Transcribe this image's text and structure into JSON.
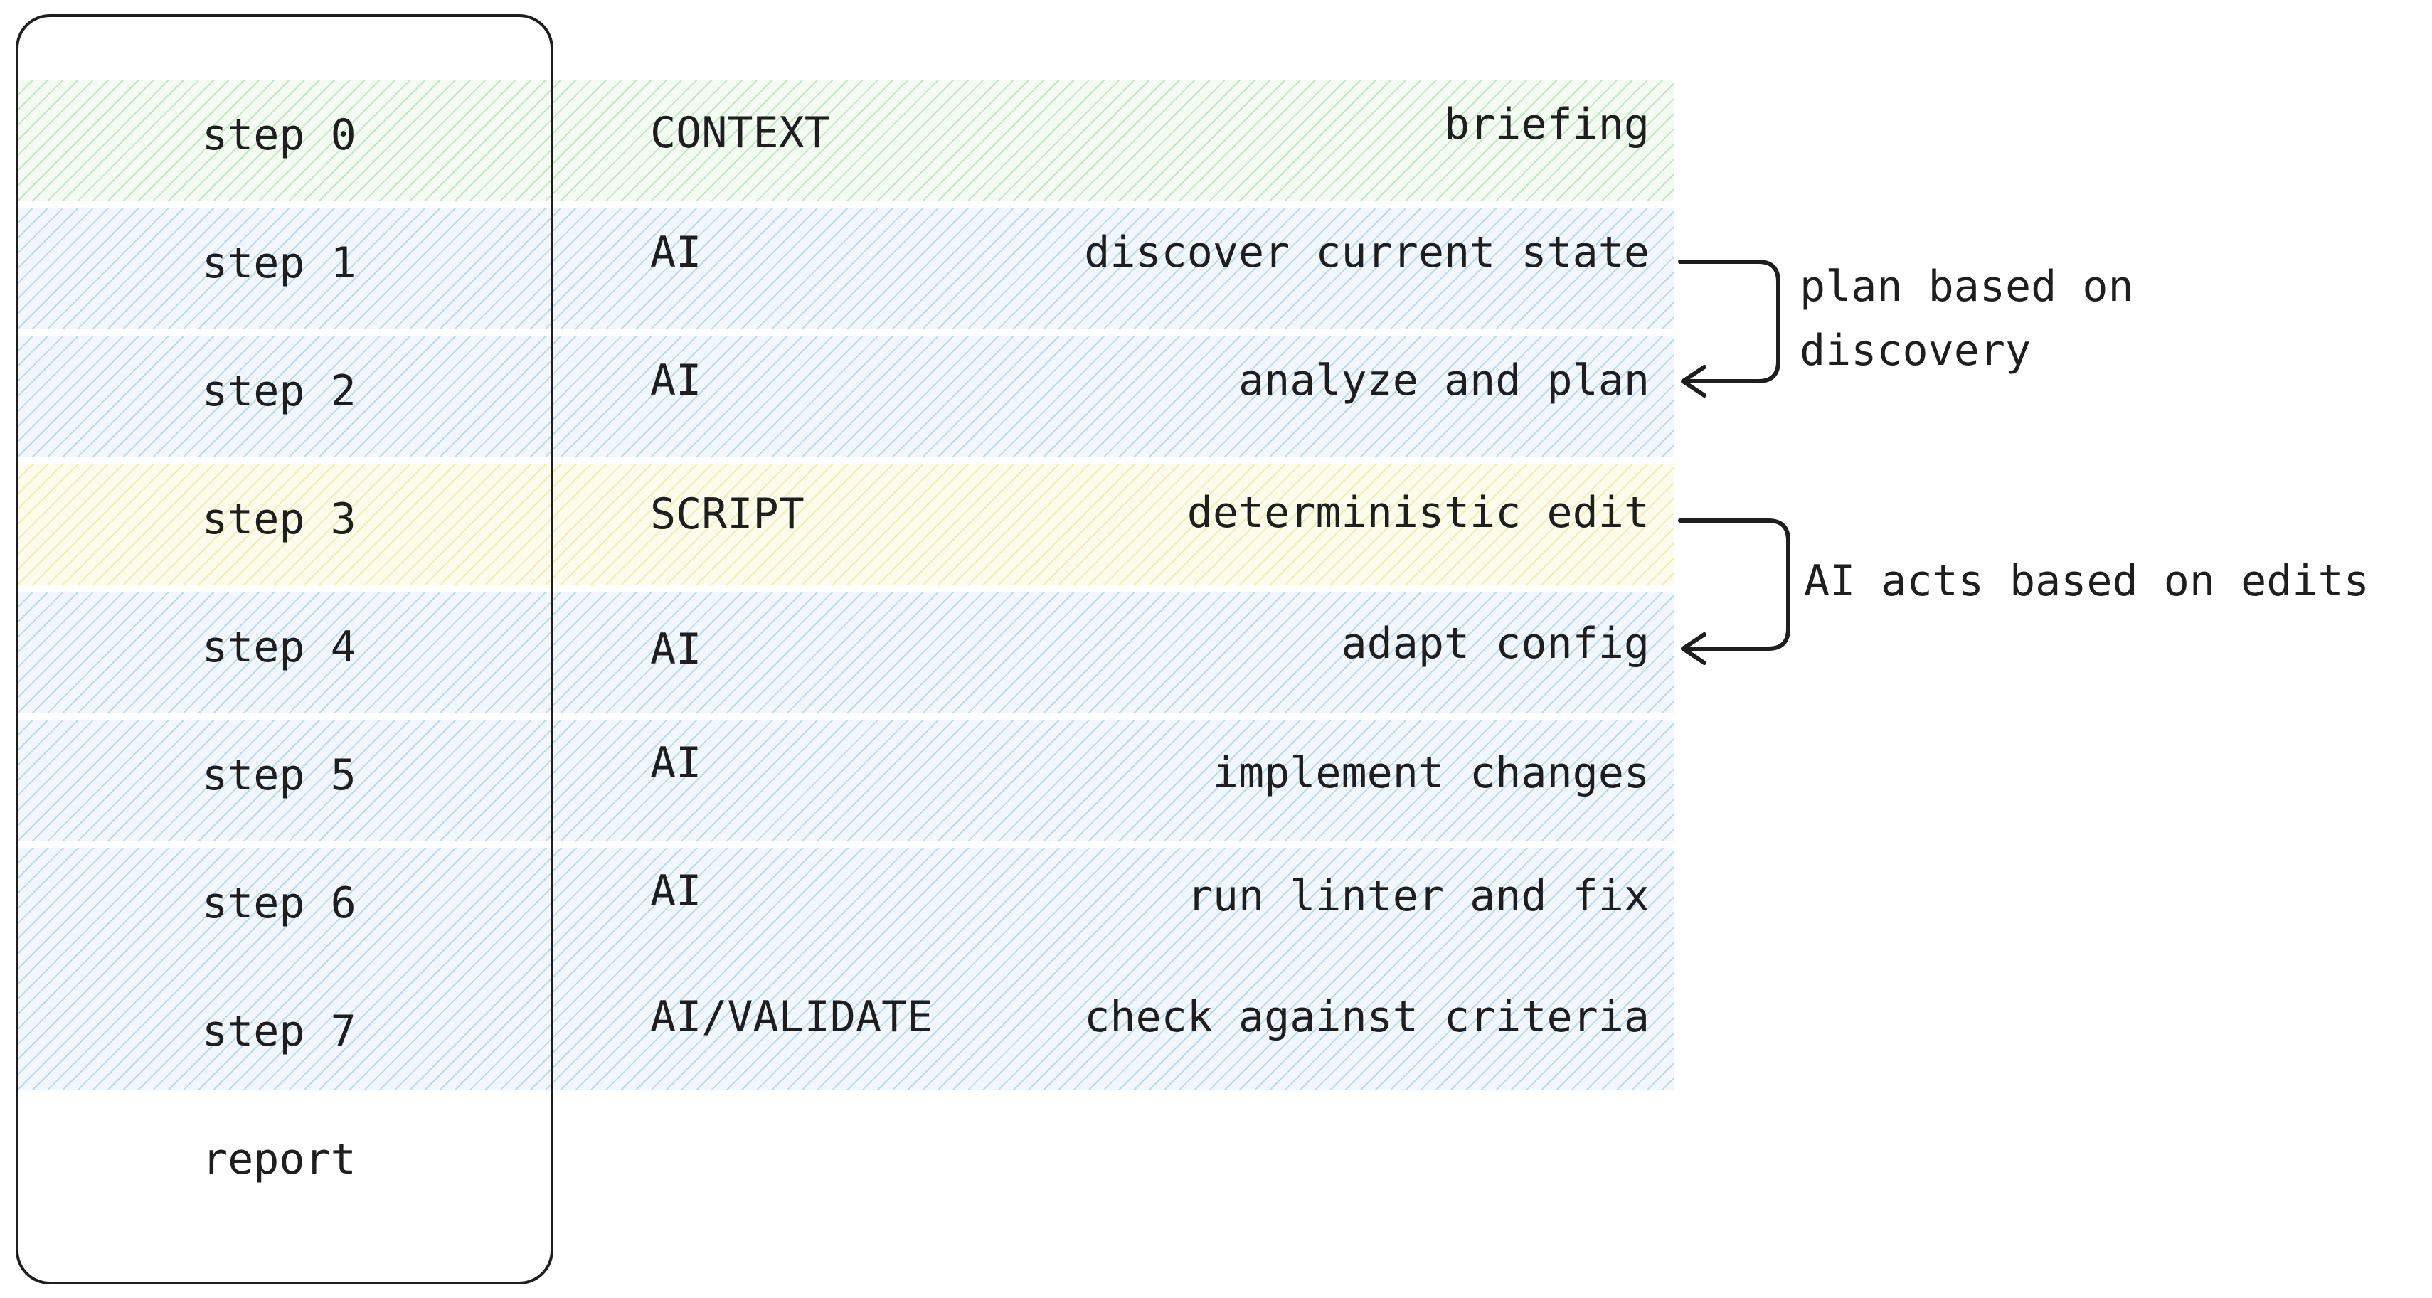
{
  "rows": [
    {
      "step": "step 0",
      "kind": "CONTEXT",
      "description": "briefing",
      "color": "#b2f2bb"
    },
    {
      "step": "step 1",
      "kind": "AI",
      "description": "discover current state",
      "color": "#a5d8ff"
    },
    {
      "step": "step 2",
      "kind": "AI",
      "description": "analyze and plan",
      "color": "#a5d8ff"
    },
    {
      "step": "step 3",
      "kind": "SCRIPT",
      "description": "deterministic edit",
      "color": "#ffec99"
    },
    {
      "step": "step 4",
      "kind": "AI",
      "description": "adapt config",
      "color": "#a5d8ff"
    },
    {
      "step": "step 5",
      "kind": "AI",
      "description": "implement changes",
      "color": "#a5d8ff"
    },
    {
      "step": "step 6",
      "kind": "AI",
      "description": "run linter and fix",
      "color": "#a5d8ff"
    },
    {
      "step": "step 7",
      "kind": "AI/VALIDATE",
      "description": "check against criteria",
      "color": "#a5d8ff"
    }
  ],
  "final_step": "report",
  "annotations": [
    {
      "text": "plan based on discovery",
      "from_step": "step 1",
      "to_step": "step 2"
    },
    {
      "text": "AI acts based on edits",
      "from_step": "step 3",
      "to_step": "step 4"
    }
  ]
}
